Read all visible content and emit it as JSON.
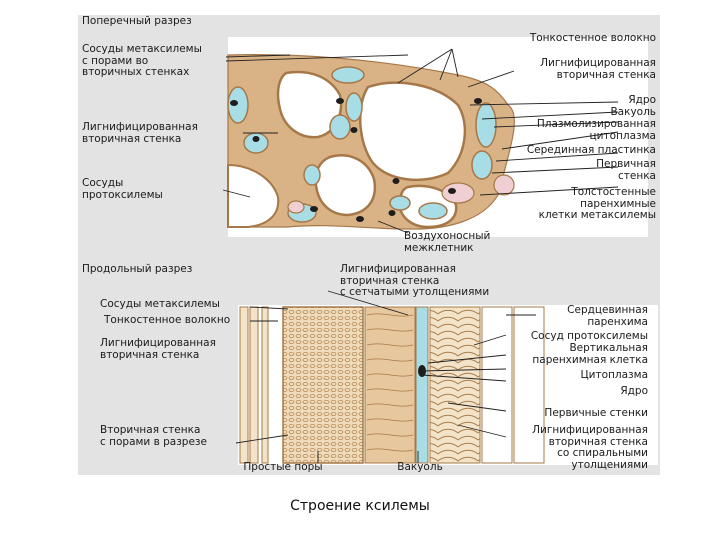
{
  "cross_section": {
    "title": "Поперечный разрез",
    "labels": {
      "metaxylem_vessels": "Сосуды метаксилемы\nс порами во\nвторичных стенках",
      "lignified_wall_left": "Лигнифицированная\nвторичная стенка",
      "protoxylem_vessels": "Сосуды\nпротоксилемы",
      "thin_walled_fiber": "Тонкостенное волокно",
      "lignified_wall_right": "Лигнифицированная\nвторичная стенка",
      "nucleus": "Ядро",
      "vacuole": "Вакуоль",
      "plasmolyzed_cytoplasm": "Плазмолизированная\nцитоплазма",
      "middle_lamella": "Серединная пластинка",
      "primary_wall": "Первичная\nстенка",
      "parenchyma": "Толстостенные\nпаренхимные\nклетки метаксилемы",
      "air_space": "Воздухоносный\nмежклетник"
    }
  },
  "longitudinal_section": {
    "title": "Продольный разрез",
    "labels": {
      "lignified_reticulate": "Лигнифицированная\nвторичная стенка\nс сетчатыми утолщениями",
      "metaxylem_vessels": "Сосуды метаксилемы",
      "thin_fiber": "Тонкостенное волокно",
      "lignified_wall": "Лигнифицированная\nвторичная стенка",
      "pith_parenchyma": "Сердцевинная\nпаренхима",
      "protoxylem_vessel": "Сосуд протоксилемы",
      "vertical_parenchyma": "Вертикальная\nпаренхимная клетка",
      "cytoplasm": "Цитоплазма",
      "nucleus": "Ядро",
      "primary_walls": "Первичные стенки",
      "spiral_wall": "Лигнифицированная\nвторичная стенка\nсо спиральными\nутолщениями",
      "secondary_wall_pores": "Вторичная стенка\nс порами в разрезе",
      "simple_pores": "Простые поры",
      "vacuole": "Вакуоль"
    }
  },
  "caption": "Строение ксилемы",
  "colors": {
    "cell_wall": "#d6ad80",
    "wall_outline": "#a67849",
    "cytoplasm": "#a9dde6",
    "vacuole_pink": "#f0cfd3",
    "nucleus": "#1d1d1d",
    "fiber": "#edd7b3",
    "background": "#ffffff",
    "panel": "#e3e3e3"
  }
}
